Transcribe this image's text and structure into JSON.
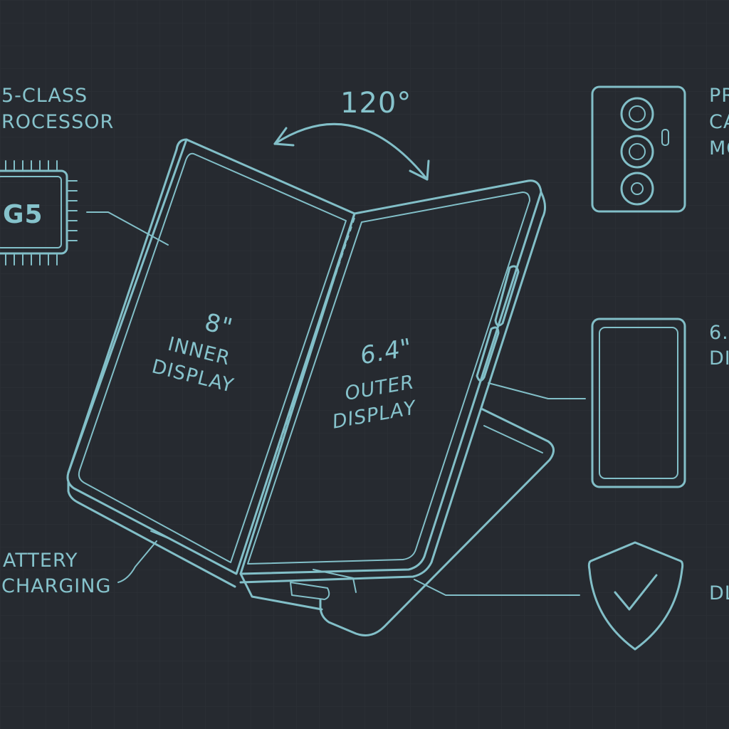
{
  "colors": {
    "background": "#262a30",
    "grid": "#2d3238",
    "line": "#82bfc8",
    "text": "#86c3cc"
  },
  "labels": {
    "processor": {
      "line1": "5-CLASS",
      "line2": "ROCESSOR",
      "chip": "G5"
    },
    "hinge_angle": "120°",
    "inner_display": {
      "size": "8\"",
      "line1": "INNER",
      "line2": "DISPLAY"
    },
    "outer_display": {
      "size": "6.4\"",
      "line1": "OUTER",
      "line2": "DISPLAY"
    },
    "battery": {
      "line1": "ATTERY",
      "line2": "CHARGING"
    },
    "camera": {
      "line1": "PR",
      "line2": "CA",
      "line3": "MC"
    },
    "display_spec": {
      "line1": "6.",
      "line2": "DI"
    },
    "durability": {
      "line1": "DL"
    }
  },
  "icons": {
    "chip": "processor-chip-icon",
    "camera": "camera-module-icon",
    "phone": "phone-outline-icon",
    "shield": "shield-check-icon",
    "angle": "curved-double-arrow-icon"
  }
}
